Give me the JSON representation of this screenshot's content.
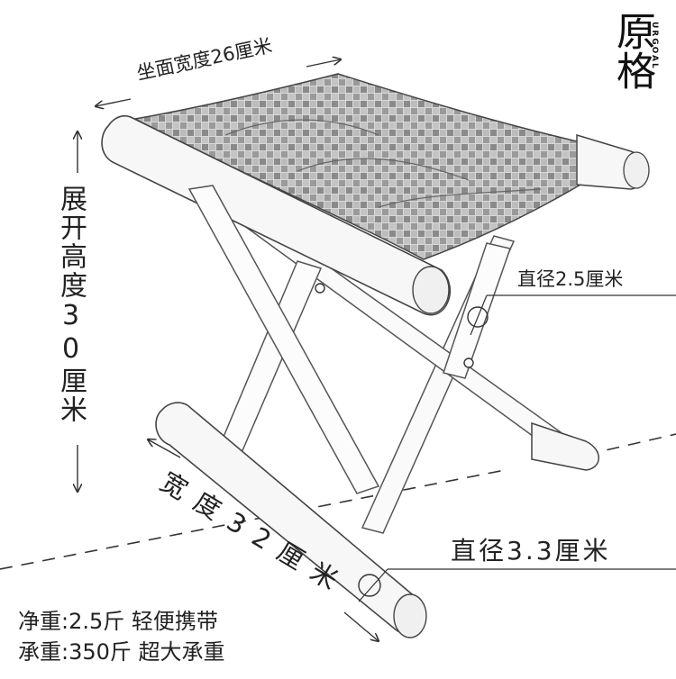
{
  "logo": {
    "main": "原格",
    "sub": "URGOAL"
  },
  "dimensions": {
    "seat_width": "坐面宽度26厘米",
    "open_height": "展开高度30厘米",
    "top_diameter": "直径2.5厘米",
    "bottom_diameter": "直径3.3厘米",
    "width": "宽度32厘米"
  },
  "specs": {
    "net_weight": "净重:2.5斤 轻便携带",
    "load": "承重:350斤 超大承重"
  }
}
